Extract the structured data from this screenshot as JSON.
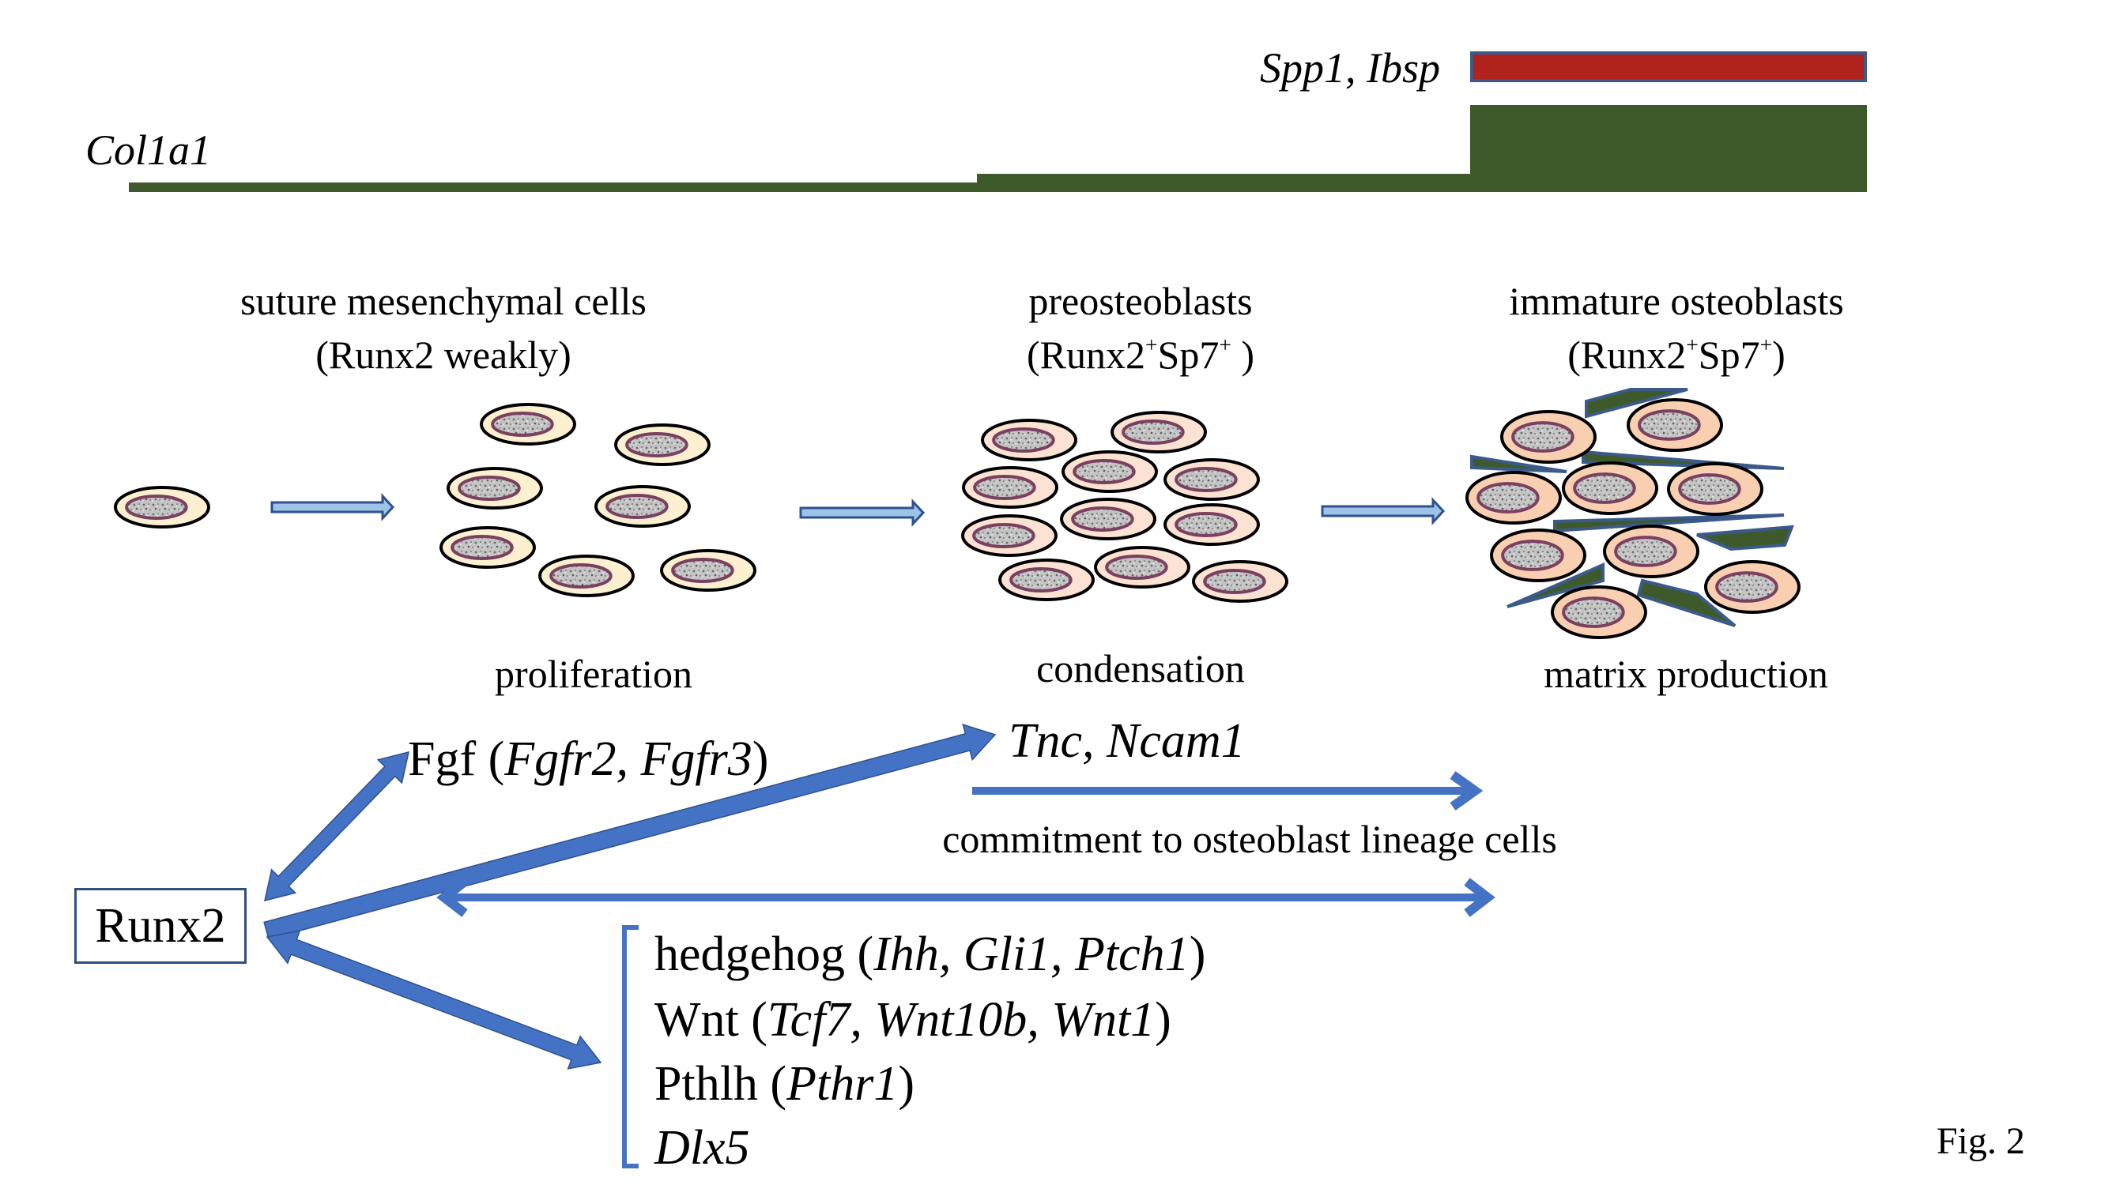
{
  "figure_label": "Fig. 2",
  "expression_bars": {
    "col1a1": {
      "label": "Col1a1",
      "color": "#3f5a2a",
      "levels": [
        "low",
        "medium",
        "high"
      ]
    },
    "spp1_ibsp": {
      "label": "Spp1, Ibsp",
      "fill": "#b0221c",
      "border": "#3b5a8c"
    }
  },
  "stages": [
    {
      "title": "suture mesenchymal cells",
      "marker": "(Runx2 weakly)",
      "process": "proliferation"
    },
    {
      "title": "preosteoblasts",
      "marker_parts": [
        "(Runx2",
        "+",
        "Sp7",
        "+",
        " )"
      ],
      "process": "condensation"
    },
    {
      "title": "immature osteoblasts",
      "marker_parts": [
        "(Runx2",
        "+",
        "Sp7",
        "+",
        ")"
      ],
      "process": "matrix production"
    }
  ],
  "regulator": {
    "label": "Runx2"
  },
  "targets": {
    "fgf": {
      "prefix": "Fgf (",
      "genes": "Fgfr2, Fgfr3",
      "suffix": ")"
    },
    "adhesion": {
      "genes": "Tnc, Ncam1"
    },
    "commitment": "commitment to osteoblast lineage cells",
    "signaling": [
      {
        "prefix": "hedgehog (",
        "genes": "Ihh, Gli1, Ptch1",
        "suffix": ")"
      },
      {
        "prefix": "Wnt (",
        "genes": "Tcf7, Wnt10b, Wnt1",
        "suffix": ")"
      },
      {
        "prefix": "Pthlh (",
        "genes": "Pthr1",
        "suffix": ")"
      },
      {
        "prefix": "",
        "genes": "Dlx5",
        "suffix": ""
      }
    ]
  },
  "colors": {
    "arrow_blue": "#4472c4",
    "arrow_dark": "#2f528f",
    "arrow_light": "#9dc3e6",
    "cell_cream": "#fdf0d0",
    "cell_peach": "#f8cfb0",
    "cell_pale_peach": "#fbe2d2",
    "nucleus_rim": "#7b3f5f",
    "nucleus_fill": "#b9b9b9",
    "matrix_green": "#3f5a2a",
    "matrix_border": "#3b5a8c"
  }
}
